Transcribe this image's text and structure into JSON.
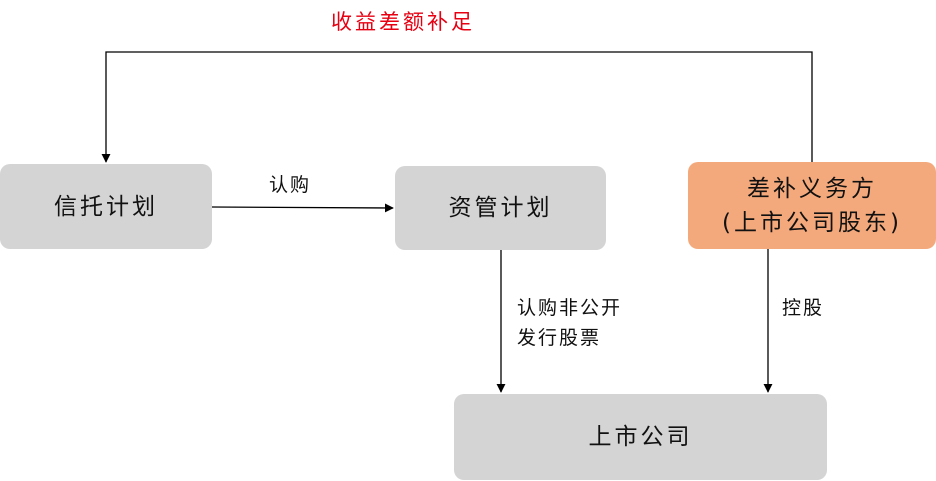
{
  "nodes": {
    "trust_plan": "信托计划",
    "asset_mgmt_plan": "资管计划",
    "guarantor_line1": "差补义务方",
    "guarantor_line2": "(上市公司股东)",
    "listed_company": "上市公司"
  },
  "edges": {
    "top_feedback": "收益差额补足",
    "subscribe": "认购",
    "private_placement_line1": "认购非公开",
    "private_placement_line2": "发行股票",
    "control": "控股"
  },
  "colors": {
    "node_fill": "#d4d4d4",
    "highlight_fill": "#f4a97c",
    "accent_text": "#e60012",
    "line": "#000000"
  }
}
